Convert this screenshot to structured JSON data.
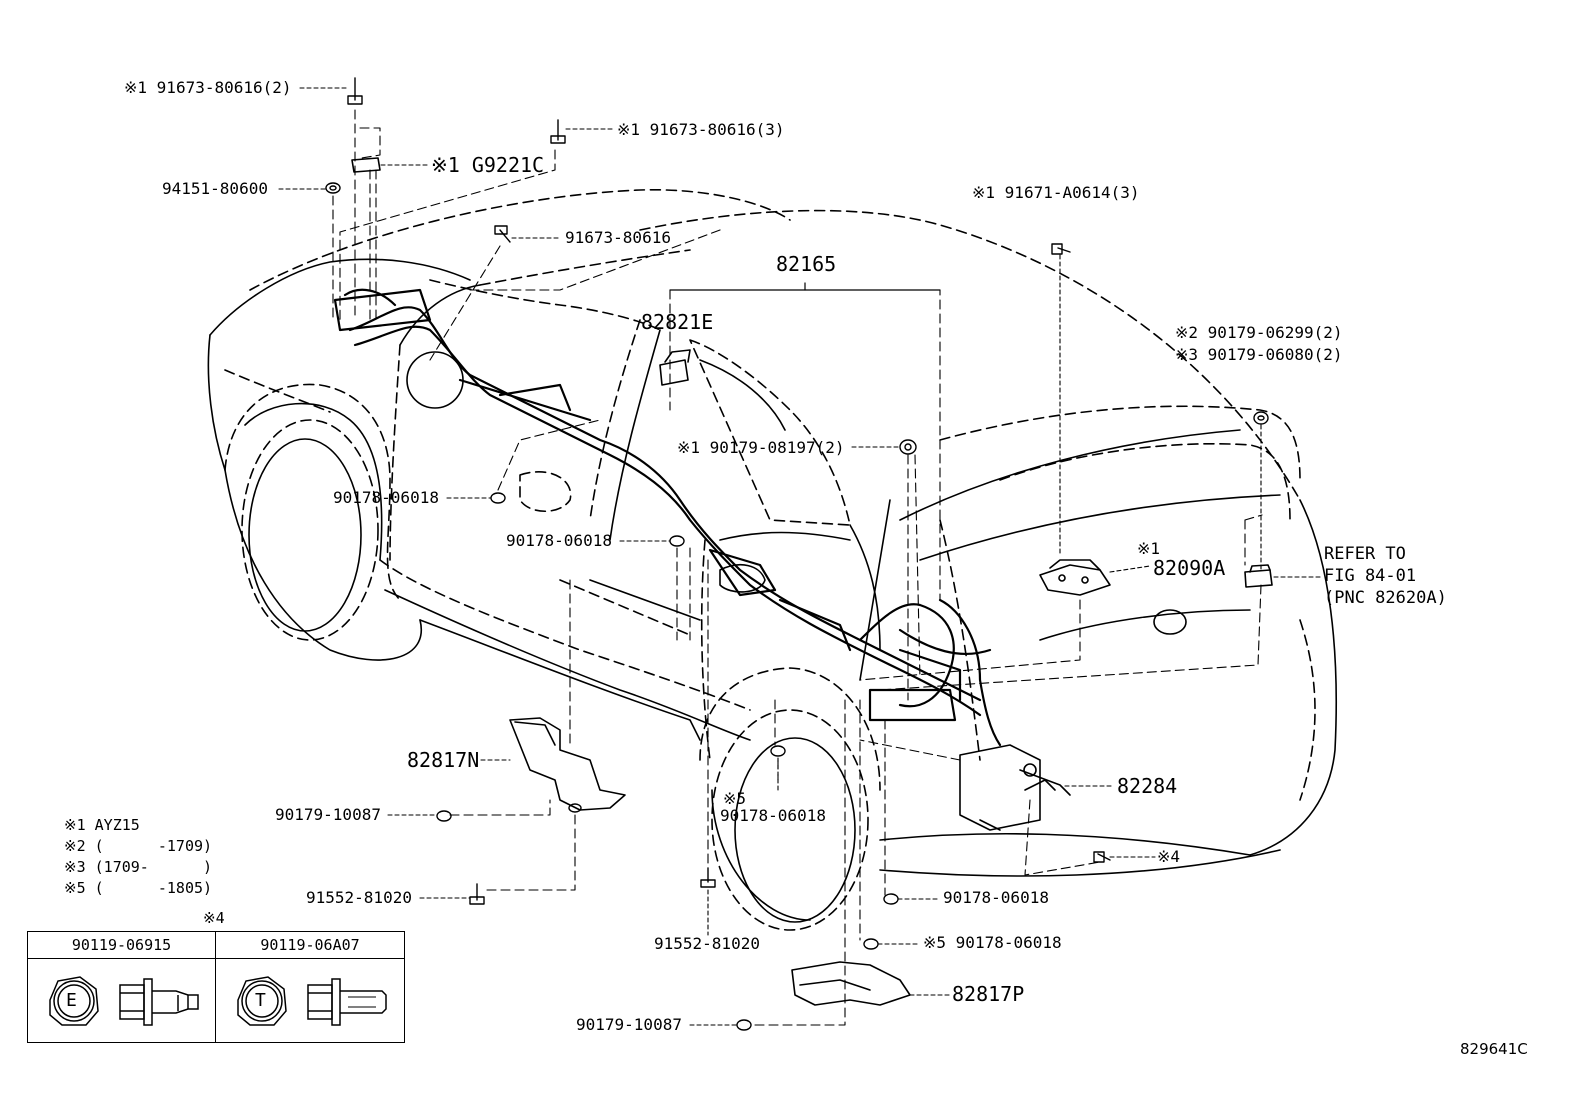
{
  "figure_id": "829641C",
  "labels": {
    "l01": "※1 91673-80616(2)",
    "l02": "※1 91673-80616(3)",
    "l03": "※1 G9221C",
    "l04": "94151-80600",
    "l05": "91673-80616",
    "l06": "82165",
    "l07": "82821E",
    "l08": "※1 91671-A0614(3)",
    "l09": "※2 90179-06299(2)",
    "l10": "※3 90179-06080(2)",
    "l11": "※1 90179-08197(2)",
    "l12": "90178-06018",
    "l13": "90178-06018",
    "l14": "※1",
    "l15": "82090A",
    "l16": "REFER TO",
    "l17": "FIG 84-01",
    "l18": "(PNC 82620A)",
    "l19": "82817N",
    "l20": "82284",
    "l21": "90179-10087",
    "l22": "※5",
    "l23": "90178-06018",
    "l24": "※4",
    "l25": "91552-81020",
    "l26": "90178-06018",
    "l27": "91552-81020",
    "l28": "※5 90178-06018",
    "l29": "82817P",
    "l30": "90179-10087"
  },
  "legend": [
    "※1 AYZ15",
    "※2 (      -1709)",
    "※3 (1709-      )",
    "※5 (      -1805)"
  ],
  "table": {
    "title": "※4",
    "col1": {
      "part": "90119-06915",
      "mark": "E"
    },
    "col2": {
      "part": "90119-06A07",
      "mark": "T"
    }
  }
}
